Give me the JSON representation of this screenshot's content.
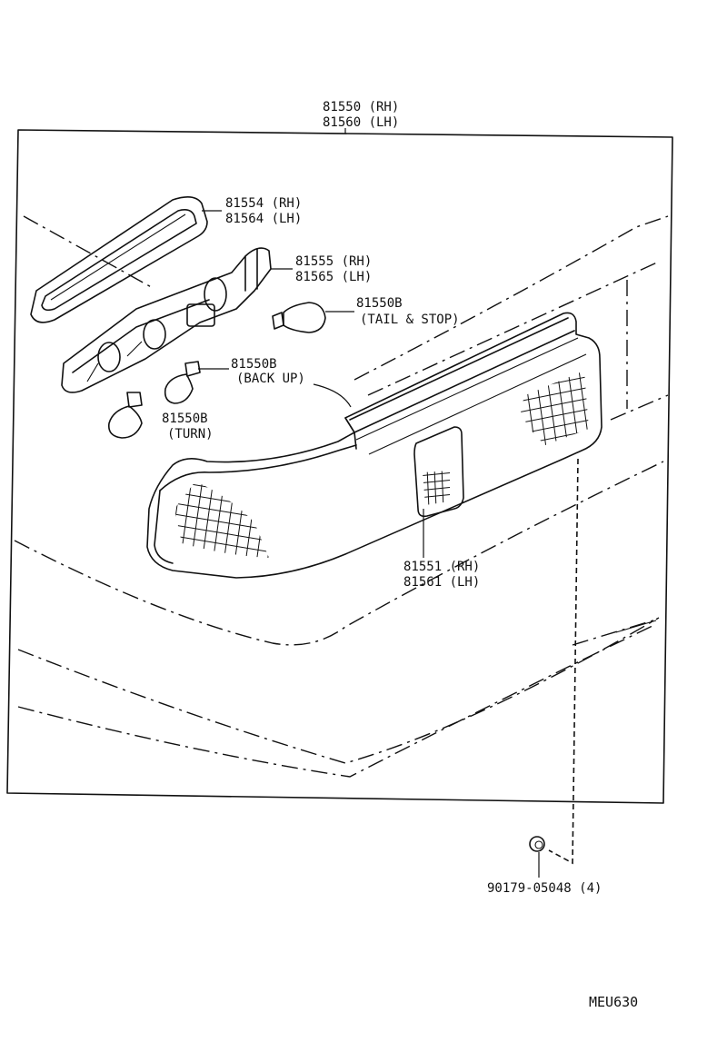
{
  "parts": {
    "assembly": {
      "rh": "81550 (RH)",
      "lh": "81560 (LH)"
    },
    "gasket": {
      "rh": "81554 (RH)",
      "lh": "81564 (LH)"
    },
    "socket": {
      "rh": "81555 (RH)",
      "lh": "81565 (LH)"
    },
    "bulb_tail": {
      "code": "81550B",
      "desc": "(TAIL & STOP)"
    },
    "bulb_backup": {
      "code": "81550B",
      "desc": "(BACK UP)"
    },
    "bulb_turn": {
      "code": "81550B",
      "desc": "(TURN)"
    },
    "lens": {
      "rh": "81551 (RH)",
      "lh": "81561 (LH)"
    },
    "nut": {
      "label": "90179-05048 (4)"
    }
  },
  "diagram_code": "MEU630"
}
